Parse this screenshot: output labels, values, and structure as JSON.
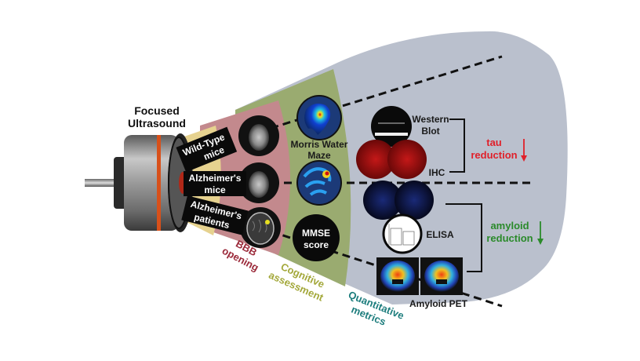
{
  "transducer": {
    "title_line1": "Focused",
    "title_line2": "Ultrasound"
  },
  "subjects": [
    {
      "line1": "Wild-Type",
      "line2": "mice"
    },
    {
      "line1": "Alzheimer's",
      "line2": "mice"
    },
    {
      "line1": "Alzheimer's",
      "line2": "patients"
    }
  ],
  "zones": {
    "bbb": {
      "line1": "BBB",
      "line2": "opening",
      "color": "#9b2a3a",
      "fill": "#c3898d"
    },
    "cognitive": {
      "line1": "Cognitive",
      "line2": "assessment",
      "color": "#a3a83a",
      "fill": "#9aab70"
    },
    "quantitative": {
      "line1": "Quantitative",
      "line2": "metrics",
      "color": "#1d7d7d",
      "fill": "#bac0cd"
    },
    "inner": {
      "fill": "#e6d28f"
    }
  },
  "cognitive_tests": {
    "morris_line1": "Morris Water",
    "morris_line2": "Maze",
    "mmse_line1": "MMSE",
    "mmse_line2": "score"
  },
  "metrics": {
    "western_line1": "Western",
    "western_line2": "Blot",
    "ihc": "IHC",
    "elisa": "ELISA",
    "pet": "Amyloid PET"
  },
  "outcomes": {
    "tau": {
      "line1": "tau",
      "line2": "reduction",
      "arrow": "↓",
      "color": "#e0202a"
    },
    "amyloid": {
      "line1": "amyloid",
      "line2": "reduction",
      "arrow": "↓",
      "color": "#2a8a2a"
    }
  }
}
